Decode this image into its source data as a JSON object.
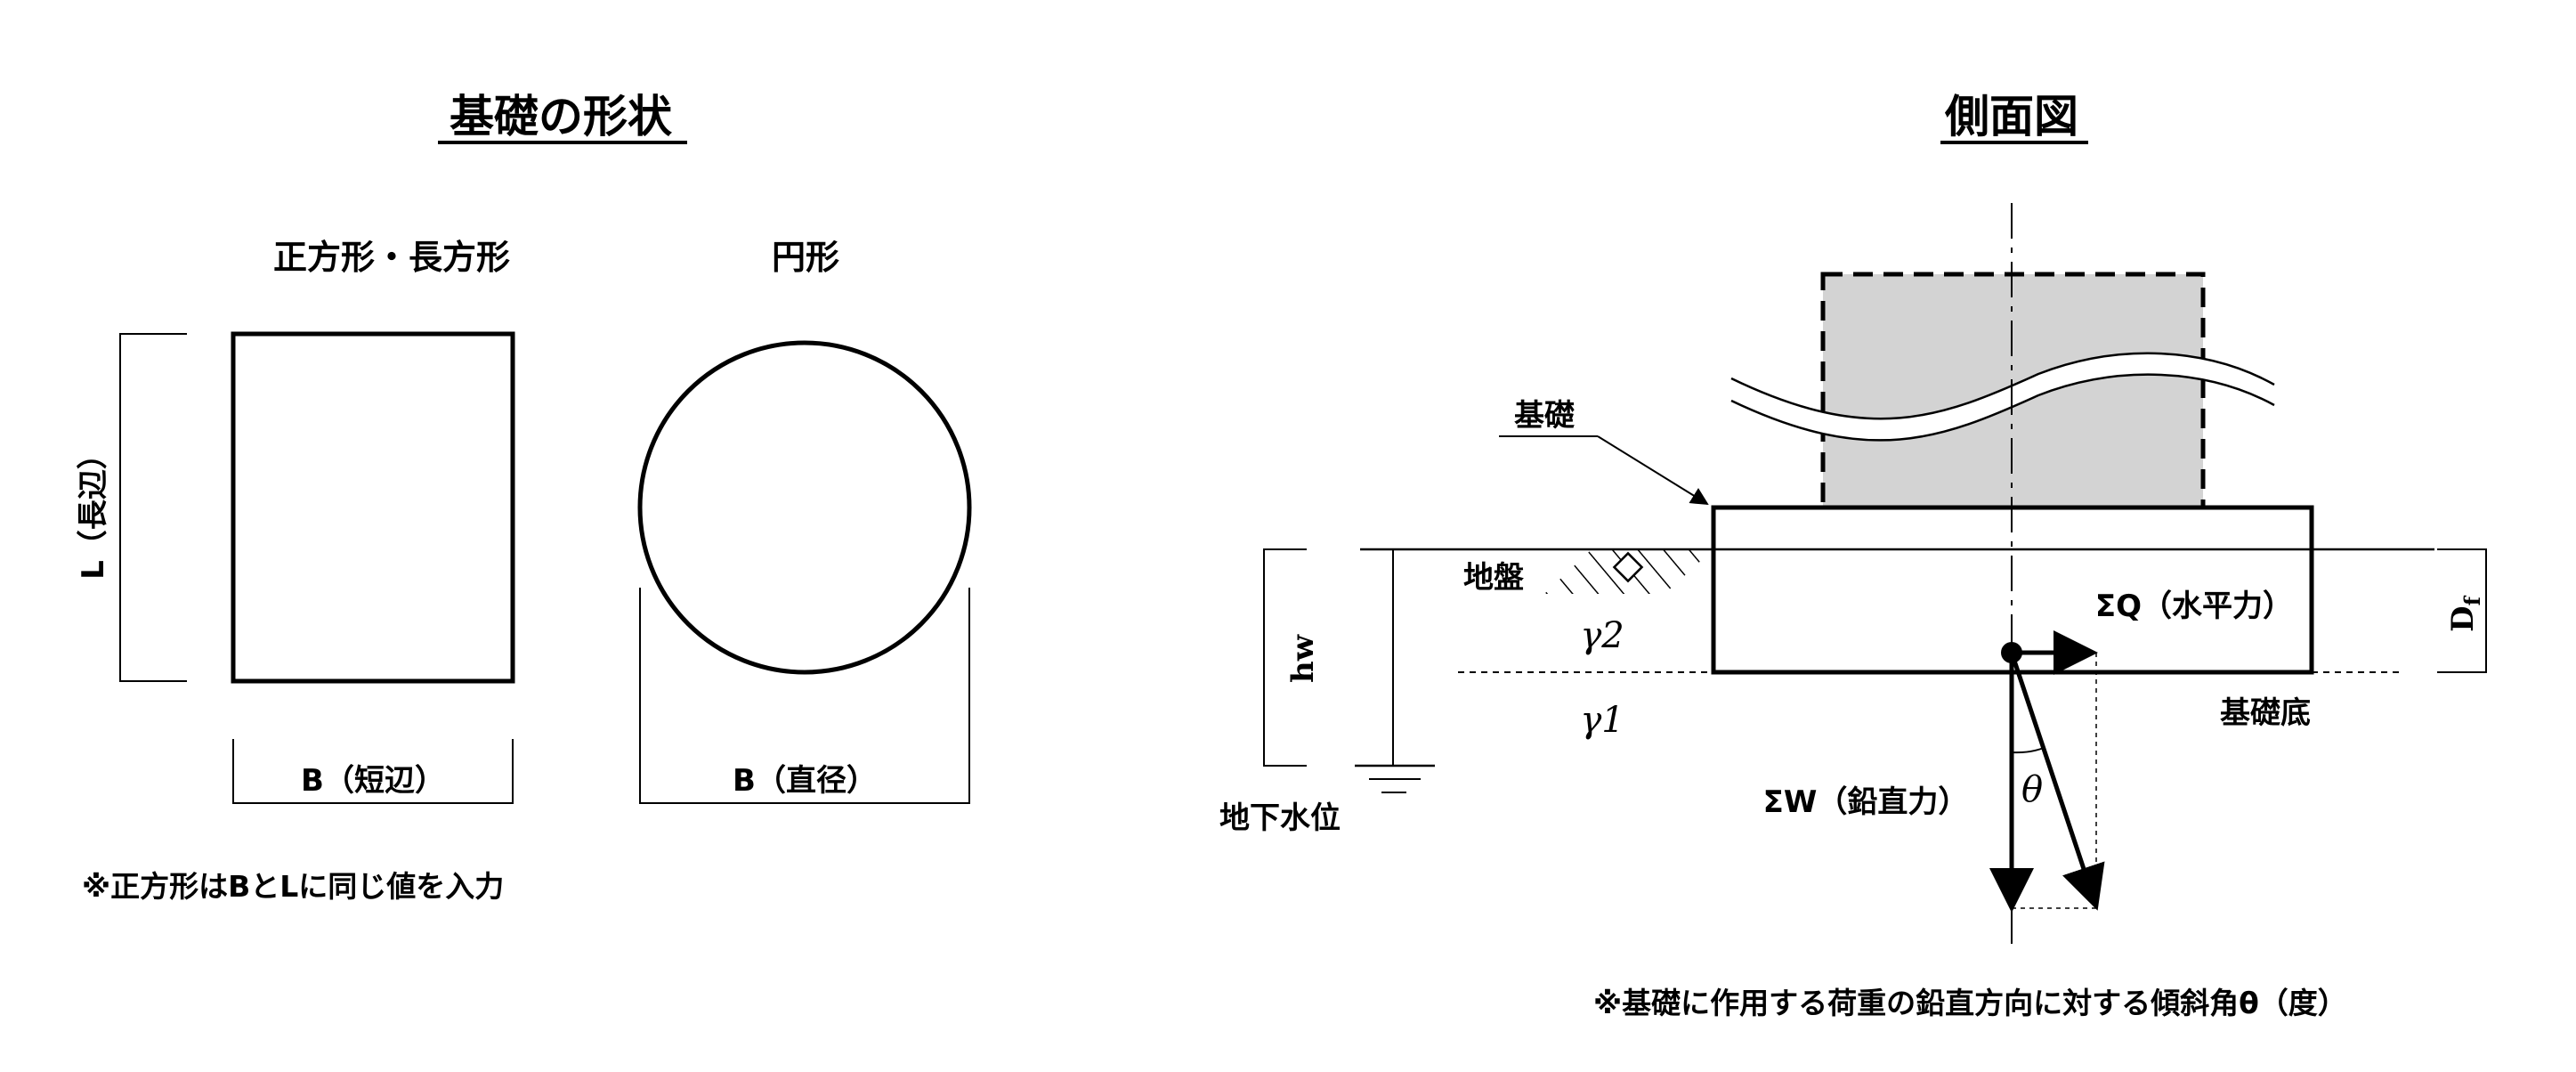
{
  "left_panel": {
    "title": "基礎の形状",
    "rect_caption": "正方形・長方形",
    "circle_caption": "円形",
    "rect_height_label": "L（長辺）",
    "rect_width_label": "B（短辺）",
    "circle_diameter_label": "B（直径）",
    "note": "※正方形はBとLに同じ値を入力"
  },
  "right_panel": {
    "title": "側面図",
    "foundation_label": "基礎",
    "ground_label": "地盤",
    "groundwater_label": "地下水位",
    "base_label": "基礎底",
    "gamma2": "γ2",
    "gamma1": "γ1",
    "hw": "hw",
    "df_main": "D",
    "df_sub": "f",
    "horizontal_force": "ΣQ（水平力）",
    "vertical_force": "ΣW（鉛直力）",
    "theta": "θ",
    "note": "※基礎に作用する荷重の鉛直方向に対する傾斜角θ（度）"
  }
}
